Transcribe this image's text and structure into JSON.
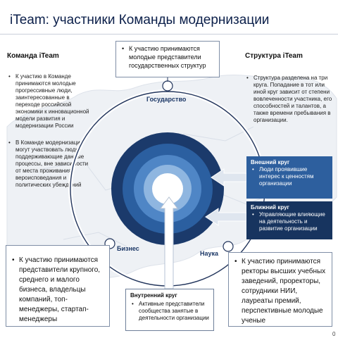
{
  "title": "iTeam: участники Команды модернизации",
  "left_panel": {
    "heading": "Команда iTeam",
    "bullets": [
      "К участию в Команде принимаются молодые прогрессивные люди, заинтересованные в переходе российской экономики к инновационной модели развития и модернизации России",
      "В Команде модернизации могут участвовать люди, поддерживающие данные процессы, вне зависимости от места проживания, вероисповедания и политических убеждений"
    ]
  },
  "right_panel": {
    "heading": "Структура iTeam",
    "bullets": [
      "Структура разделена на три круга. Попадание в тот или иной круг зависит от степени вовлеченности участника, его способностей и талантов, а также времени пребывания в организации."
    ]
  },
  "top_box": {
    "text": "К участию принимаются молодые представители государственных структур"
  },
  "business_box": {
    "text": "К участию принимаются представители крупного, среднего и малого бизнеса, владельцы компаний, топ-менеджеры, стартап-менеджеры"
  },
  "science_box": {
    "text": "К участию принимаются ректоры высших учебных заведений, проректоры, сотрудники НИИ, лауреаты премий, перспективные молодые ученые"
  },
  "outer_circle": {
    "title": "Внешний круг",
    "text": "Люди проявившие интерес к ценностям организации"
  },
  "near_circle": {
    "title": "Ближний круг",
    "text": "Управляющие влияющие на деятельность и развитие организации"
  },
  "inner_circle": {
    "title": "Внутренний круг",
    "text": "Активные представители сообщества занятые в деятельности организации"
  },
  "ring_labels": {
    "state": "Государство",
    "business": "Бизнес",
    "science": "Наука"
  },
  "page_number": "0",
  "colors": {
    "ring_1": "#1b3a6b",
    "ring_2": "#2b5fa0",
    "ring_3": "#4f86c6",
    "ring_4": "#8fb6e0",
    "ring_center": "#ffffff",
    "outer_box": "#2d5f9e",
    "near_box": "#17345f",
    "title": "#0b1f4a"
  }
}
